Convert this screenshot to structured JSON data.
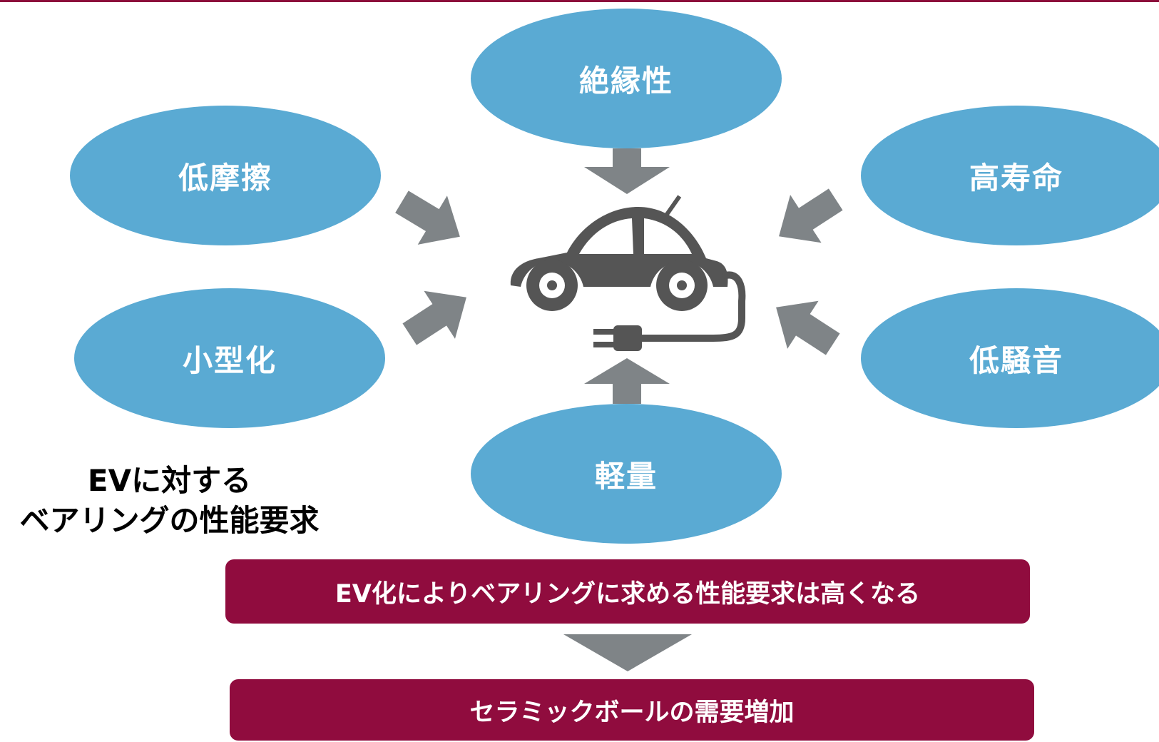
{
  "requirements": {
    "insulation": "絶縁性",
    "low_friction": "低摩擦",
    "long_life": "高寿命",
    "compact": "小型化",
    "low_noise": "低騒音",
    "lightweight": "軽量"
  },
  "caption": {
    "line1": "EVに対する",
    "line2": "ベアリングの性能要求"
  },
  "banner_top": "EV化によりベアリングに求める性能要求は高くなる",
  "banner_bottom": "セラミックボールの需要増加",
  "center_icon": "electric-car-icon",
  "colors": {
    "bubble": "#5aaad3",
    "arrow": "#7f8487",
    "banner": "#900c3e",
    "rule": "#8c0d3b",
    "icon": "#555555"
  }
}
